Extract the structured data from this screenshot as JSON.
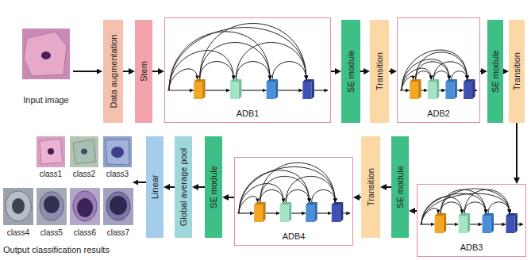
{
  "diagram": {
    "nodes": [
      {
        "text": [
          "Data augmentation"
        ]
      },
      {
        "text": [
          "Stem"
        ]
      },
      {
        "text": [
          "ADB1"
        ]
      },
      {
        "text": [
          "SE module"
        ]
      },
      {
        "text": [
          "Transition"
        ]
      },
      {
        "text": [
          "ADB2"
        ]
      },
      {
        "text": [
          "SE module"
        ]
      },
      {
        "text": [
          "Transition"
        ]
      },
      {
        "text": [
          "ADB3"
        ]
      },
      {
        "text": [
          "SE module"
        ]
      },
      {
        "text": [
          "Transition"
        ]
      },
      {
        "text": [
          "ADB4"
        ]
      },
      {
        "text": [
          "SE module"
        ]
      },
      {
        "text": [
          "Global average pool"
        ]
      },
      {
        "text": [
          "Linear"
        ]
      }
    ],
    "edges": [
      {
        "from": 0,
        "to": 1,
        "arrow": "to"
      },
      {
        "from": 1,
        "to": 2,
        "arrow": "to"
      },
      {
        "from": 2,
        "to": 3,
        "arrow": "to"
      },
      {
        "from": 3,
        "to": 4,
        "arrow": "to"
      },
      {
        "from": 4,
        "to": 5,
        "arrow": "to"
      },
      {
        "from": 5,
        "to": 6,
        "arrow": "to"
      },
      {
        "from": 6,
        "to": 7,
        "arrow": "to"
      },
      {
        "from": 7,
        "to": 8,
        "arrow": "to"
      },
      {
        "from": 8,
        "to": 9,
        "arrow": "to"
      },
      {
        "from": 9,
        "to": 10,
        "arrow": "to"
      },
      {
        "from": 10,
        "to": 11,
        "arrow": "to"
      },
      {
        "from": 11,
        "to": 12,
        "arrow": "to"
      },
      {
        "from": 12,
        "to": 13,
        "arrow": "to"
      },
      {
        "from": 13,
        "to": 14,
        "arrow": "to"
      }
    ],
    "labels": [
      "Input image",
      "class1",
      "class2",
      "class3",
      "class4",
      "class5",
      "class6",
      "class7",
      "Output classification results"
    ]
  }
}
